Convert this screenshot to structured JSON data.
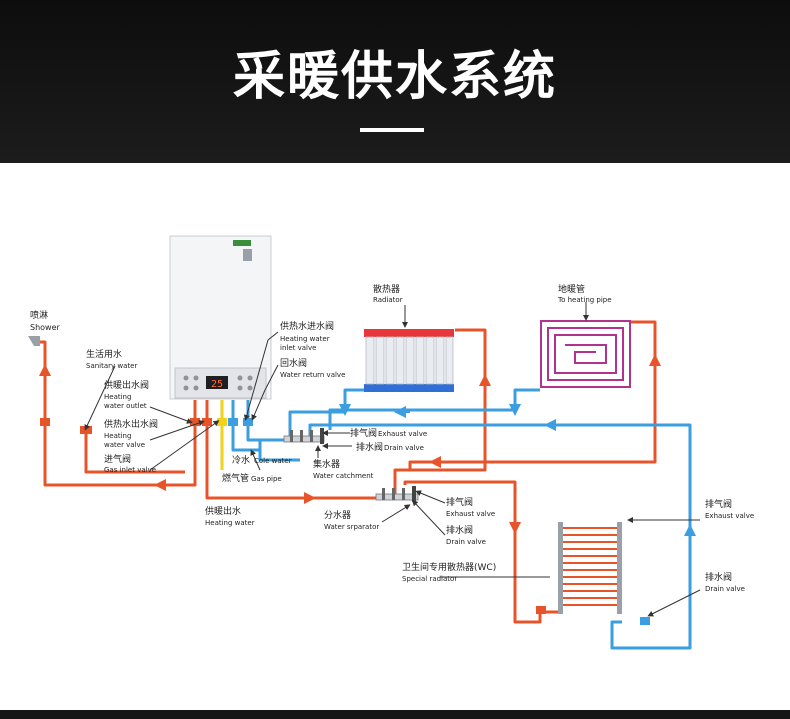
{
  "header": {
    "title": "采暖供水系统"
  },
  "labels": {
    "shower_cn": "喷淋",
    "shower_en": "Shower",
    "sanitary_cn": "生活用水",
    "sanitary_en": "Sanitary water",
    "heating_outlet_valve_cn": "供暖出水阀",
    "heating_outlet_valve_en1": "Heating",
    "heating_outlet_valve_en2": "water outlet",
    "heating_inlet_valve_cn": "供热水出水阀",
    "heating_inlet_valve_en1": "Heating",
    "heating_inlet_valve_en2": "water valve",
    "gas_inlet_cn": "进气阀",
    "gas_inlet_en": "Gas inlet valve",
    "hw_inlet_cn": "供热水进水阀",
    "hw_inlet_en1": "Heating water",
    "hw_inlet_en2": "inlet valve",
    "return_cn": "回水阀",
    "return_en": "Water return valve",
    "cold_cn": "冷水",
    "cold_en": "Cole water",
    "gas_pipe_cn": "燃气管",
    "gas_pipe_en": "Gas pipe",
    "exhaust1_cn": "排气阀",
    "exhaust1_en": "Exhaust valve",
    "drain1_cn": "排水阀",
    "drain1_en": "Drain valve",
    "catch_cn": "集水器",
    "catch_en": "Water catchment",
    "heating_water_cn": "供暖出水",
    "heating_water_en": "Heating water",
    "separator_cn": "分水器",
    "separator_en": "Water srparator",
    "exhaust2_cn": "排气阀",
    "exhaust2_en": "Exhaust valve",
    "drain2_cn": "排水阀",
    "drain2_en": "Drain valve",
    "radiator_cn": "散热器",
    "radiator_en": "Radiator",
    "floor_cn": "地暖管",
    "floor_en": "To heating pipe",
    "wc_cn": "卫生间专用散热器(WC)",
    "wc_en": "Special radiator",
    "exhaust3_cn": "排气阀",
    "exhaust3_en": "Exhaust valve",
    "drain3_cn": "排水阀",
    "drain3_en": "Drain valve",
    "display_value": "25"
  },
  "colors": {
    "hot": "#e8542a",
    "cold": "#3a9ee0",
    "gas": "#f2d21a",
    "floor_coil": "#b0338e",
    "header_bg": "#141414"
  }
}
